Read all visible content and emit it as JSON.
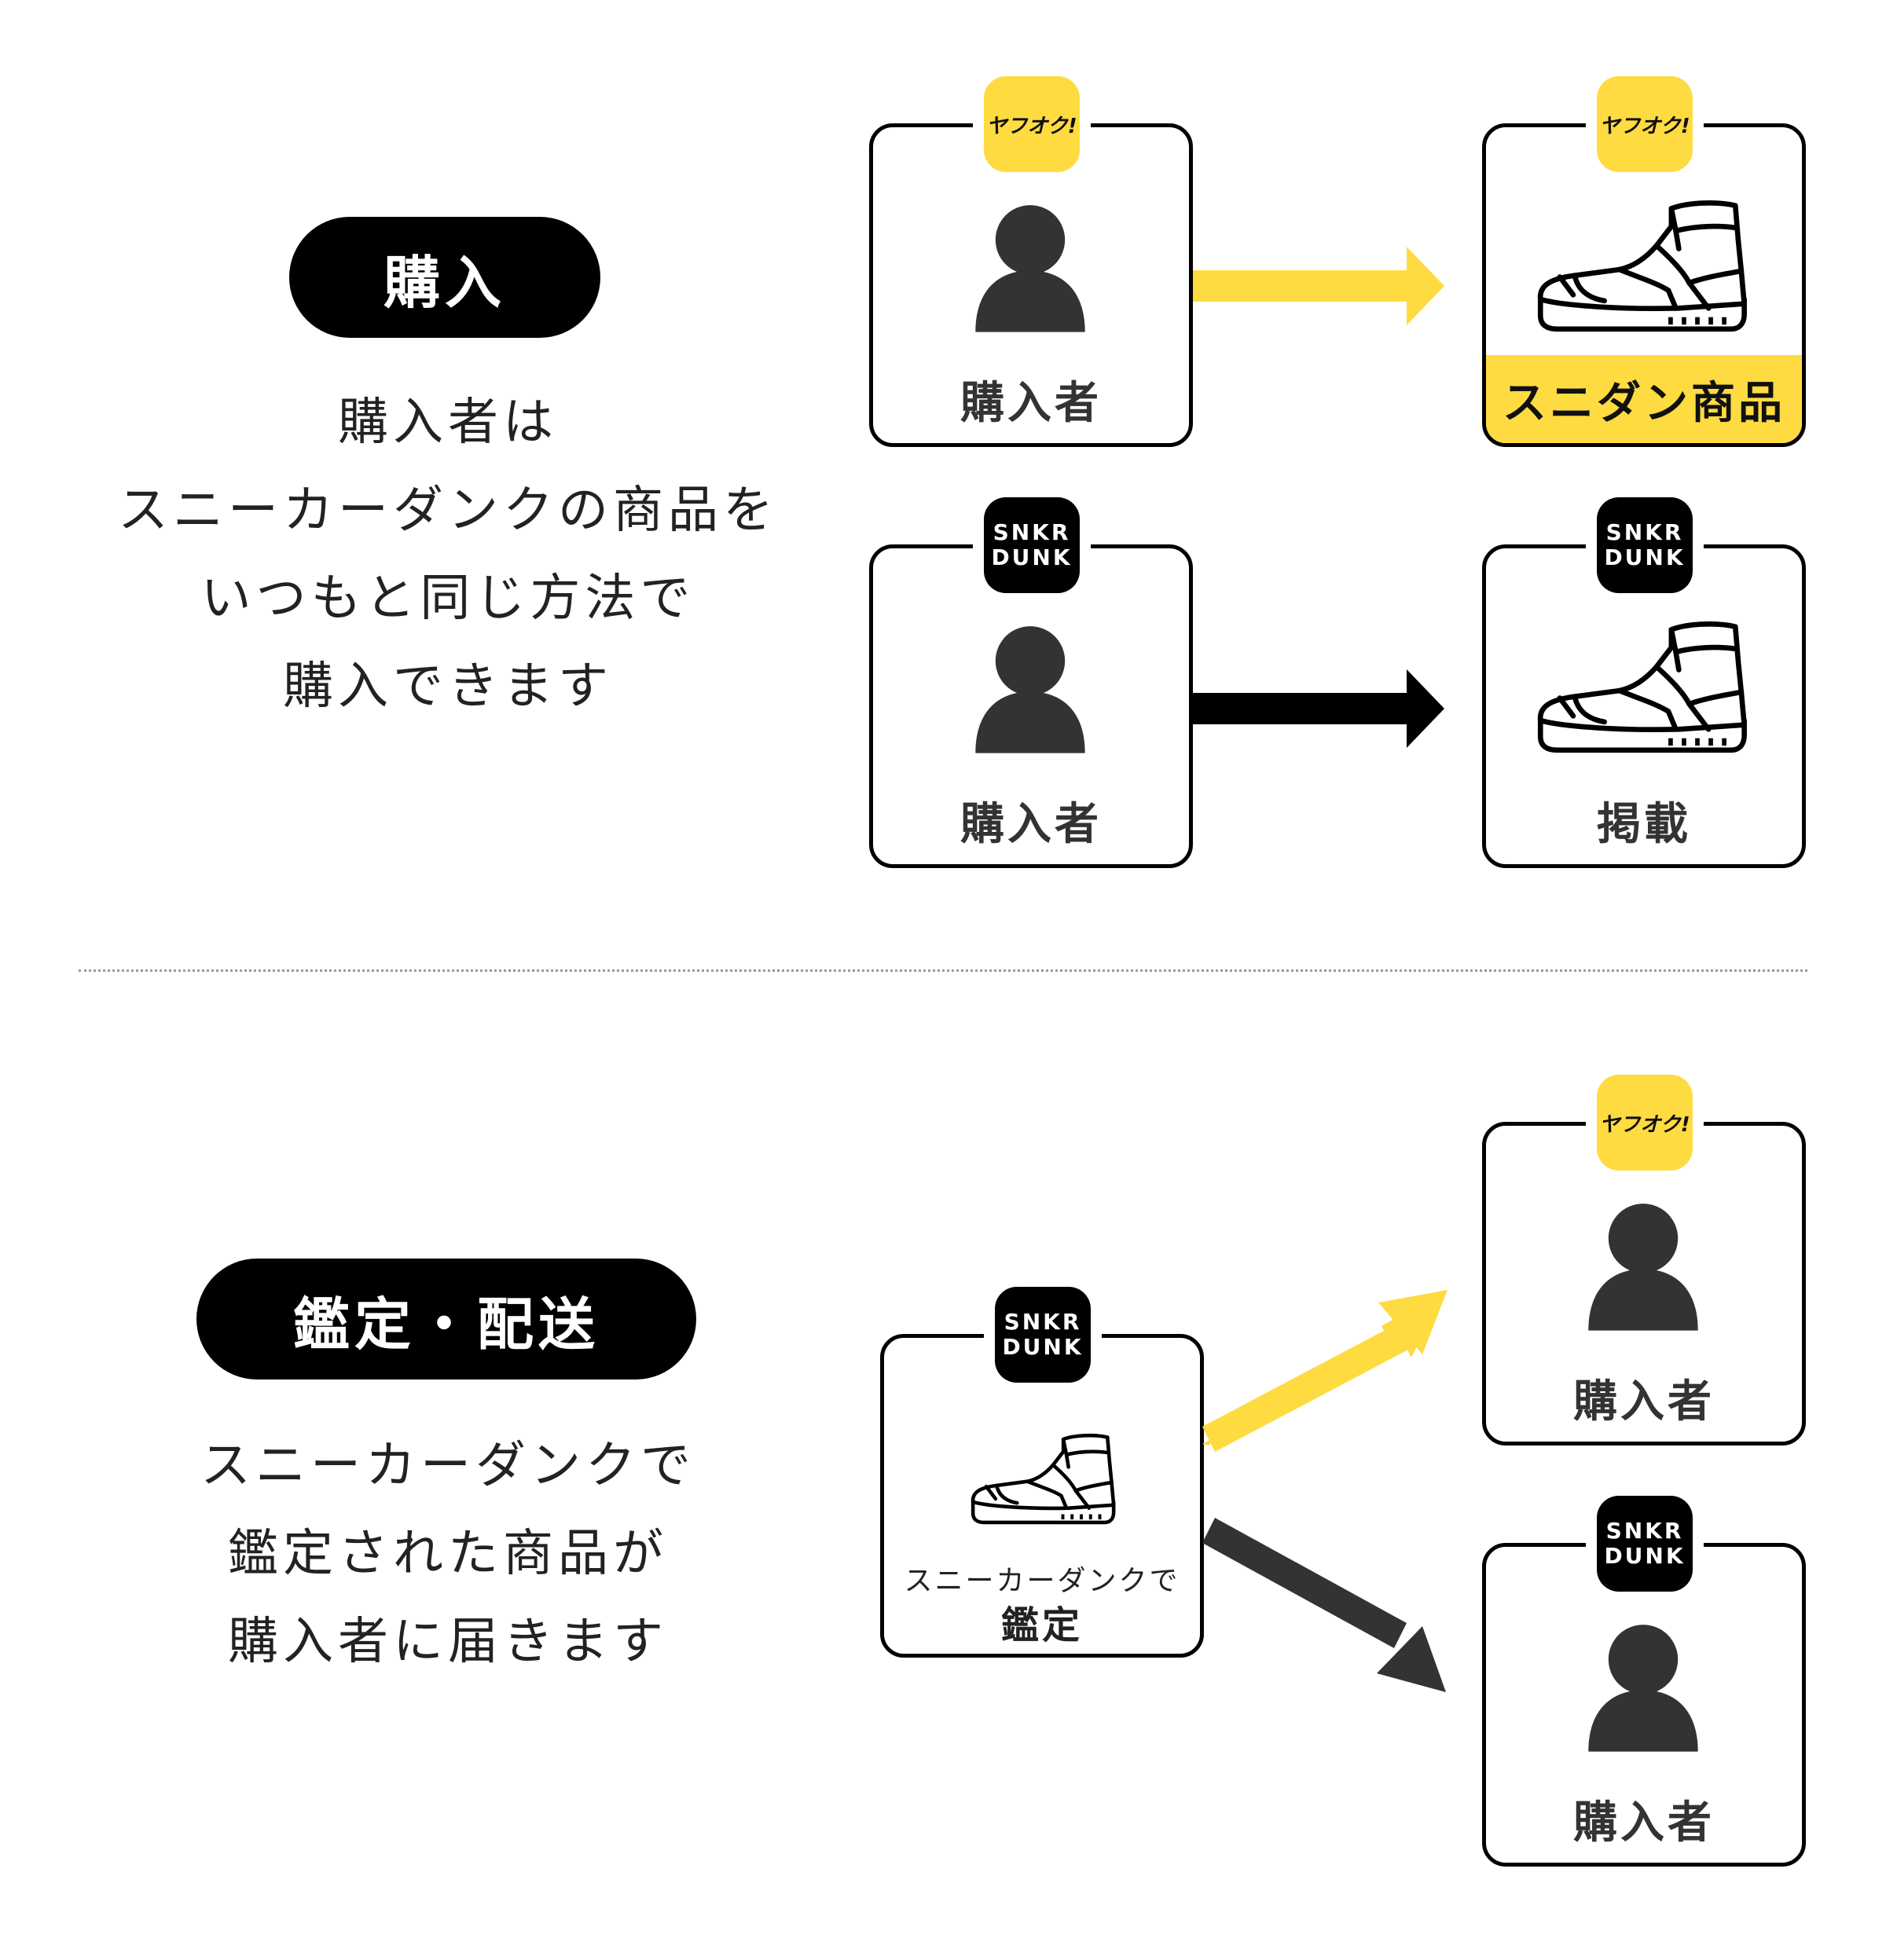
{
  "purchase": {
    "pill": "購入",
    "description": [
      "購入者は",
      "スニーカーダンクの商品を",
      "いつもと同じ方法で",
      "購入できます"
    ],
    "rows": [
      {
        "left": {
          "badge": "ヤフオク!",
          "label": "購入者"
        },
        "arrow_color": "#FEDB41",
        "right": {
          "badge": "ヤフオク!",
          "label": "スニダン商品"
        }
      },
      {
        "left": {
          "badge_line1": "SNKR",
          "badge_line2": "DUNK",
          "label": "購入者"
        },
        "arrow_color": "#000000",
        "right": {
          "badge_line1": "SNKR",
          "badge_line2": "DUNK",
          "label": "掲載"
        }
      }
    ]
  },
  "delivery": {
    "pill": "鑑定・配送",
    "description": [
      "スニーカーダンクで",
      "鑑定された商品が",
      "購入者に届きます"
    ],
    "source": {
      "badge_line1": "SNKR",
      "badge_line2": "DUNK",
      "label_small": "スニーカーダンクで",
      "label_main": "鑑定"
    },
    "targets": [
      {
        "badge": "ヤフオク!",
        "label": "購入者",
        "arrow_color": "#FEDB41"
      },
      {
        "badge_line1": "SNKR",
        "badge_line2": "DUNK",
        "label": "購入者",
        "arrow_color": "#333333"
      }
    ]
  },
  "colors": {
    "accent_yellow": "#FEDB41",
    "icon_dark": "#333333",
    "black": "#000000"
  },
  "icons": [
    "person-icon",
    "sneaker-icon",
    "yahoo-auction-logo",
    "snkrdunk-logo"
  ]
}
